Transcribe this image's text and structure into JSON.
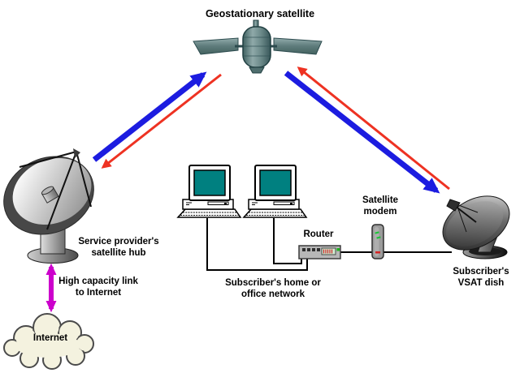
{
  "diagram": {
    "title": "Geostationary satellite",
    "hub": {
      "lines": [
        "Service provider's",
        "satellite hub"
      ]
    },
    "link": {
      "lines": [
        "High capacity link",
        "to Internet"
      ]
    },
    "internet": {
      "label": "Internet"
    },
    "network": {
      "lines": [
        "Subscriber's home or",
        "office network"
      ]
    },
    "router": {
      "label": "Router"
    },
    "modem": {
      "lines": [
        "Satellite",
        "modem"
      ]
    },
    "vsat": {
      "lines": [
        "Subscriber's",
        "VSAT dish"
      ]
    },
    "colors": {
      "uplink_blue": "#1c1ce0",
      "downlink_red": "#ee3222",
      "internet_link": "#cc00cc",
      "screen": "#008080",
      "cloud_fill": "#f4f2df"
    }
  }
}
